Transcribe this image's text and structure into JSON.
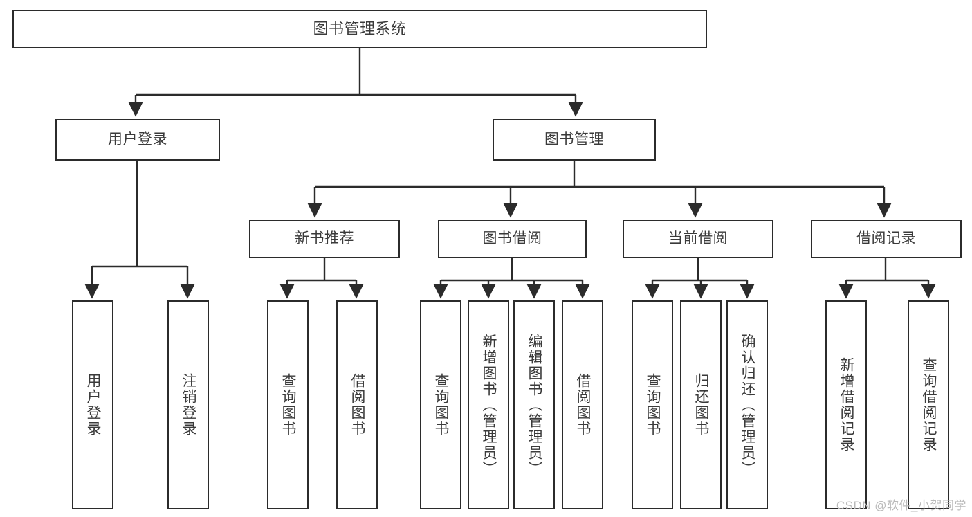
{
  "diagram": {
    "type": "tree",
    "title": "图书管理系统",
    "root": {
      "id": "root",
      "label": "图书管理系统"
    },
    "level1": [
      {
        "id": "user-login",
        "label": "用户登录"
      },
      {
        "id": "book-manage",
        "label": "图书管理"
      }
    ],
    "level2": [
      {
        "id": "new-book-rec",
        "label": "新书推荐",
        "parent": "book-manage"
      },
      {
        "id": "book-borrow",
        "label": "图书借阅",
        "parent": "book-manage"
      },
      {
        "id": "current-borrow",
        "label": "当前借阅",
        "parent": "book-manage"
      },
      {
        "id": "borrow-record",
        "label": "借阅记录",
        "parent": "book-manage"
      }
    ],
    "leaves": [
      {
        "id": "leaf-user-login",
        "label": "用户登录",
        "parent": "user-login"
      },
      {
        "id": "leaf-user-logout",
        "label": "注销登录",
        "parent": "user-login"
      },
      {
        "id": "leaf-query-book-1",
        "label": "查询图书",
        "parent": "new-book-rec"
      },
      {
        "id": "leaf-borrow-book-1",
        "label": "借阅图书",
        "parent": "new-book-rec"
      },
      {
        "id": "leaf-query-book-2",
        "label": "查询图书",
        "parent": "book-borrow"
      },
      {
        "id": "leaf-add-book",
        "label": "新增图书（管理员）",
        "parent": "book-borrow"
      },
      {
        "id": "leaf-edit-book",
        "label": "编辑图书（管理员）",
        "parent": "book-borrow"
      },
      {
        "id": "leaf-borrow-book-2",
        "label": "借阅图书",
        "parent": "book-borrow"
      },
      {
        "id": "leaf-query-book-3",
        "label": "查询图书",
        "parent": "current-borrow"
      },
      {
        "id": "leaf-return-book",
        "label": "归还图书",
        "parent": "current-borrow"
      },
      {
        "id": "leaf-confirm-return",
        "label": "确认归还（管理员）",
        "parent": "current-borrow"
      },
      {
        "id": "leaf-add-record",
        "label": "新增借阅记录",
        "parent": "borrow-record"
      },
      {
        "id": "leaf-query-record",
        "label": "查询借阅记录",
        "parent": "borrow-record"
      }
    ],
    "colors": {
      "stroke": "#2b2b2b",
      "text": "#3a3a3a",
      "background": "#ffffff",
      "watermark": "#b9b9b9"
    }
  },
  "watermark": {
    "text": "CSDN @软件_小贺同学"
  }
}
